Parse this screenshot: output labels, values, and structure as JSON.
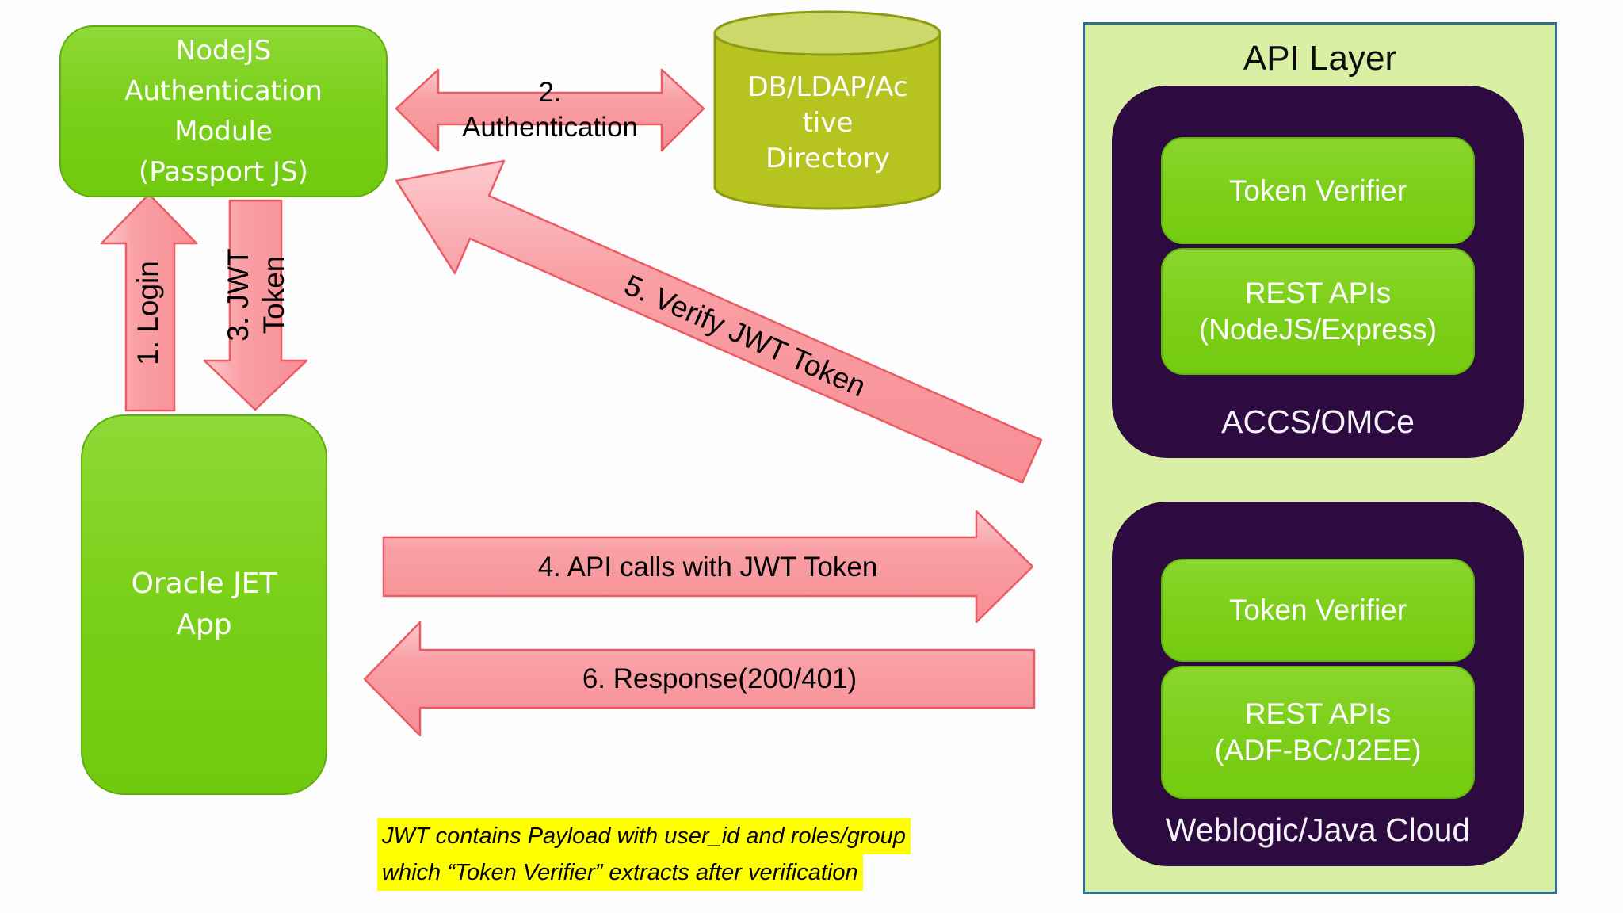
{
  "colors": {
    "node_green": "#7cd31d",
    "node_green_border": "#5fae10",
    "arrow_pink": "#f89ba0",
    "arrow_pink_border": "#ec5a64",
    "dark_purple": "#2d0a40",
    "panel_background": "#d9efa4",
    "panel_border": "#2e6e96",
    "cylinder_body": "#b7c41f",
    "cylinder_top": "#ccd869",
    "cylinder_border": "#8e9c12",
    "note_highlight": "#ffff00",
    "label_text": "#000000",
    "node_text": "#ffffff"
  },
  "nodes": {
    "auth_module": {
      "label": "NodeJS\nAuthentication\nModule\n(Passport JS)"
    },
    "database": {
      "label": "DB/LDAP/Ac\ntive\nDirectory"
    },
    "oracle_jet": {
      "label": "Oracle JET\nApp"
    }
  },
  "arrows": {
    "login": {
      "label": "1. Login"
    },
    "authentication": {
      "label": "2.\nAuthentication"
    },
    "jwt_token": {
      "label": "3. JWT\nToken"
    },
    "api_calls": {
      "label": "4. API calls with JWT Token"
    },
    "verify_jwt": {
      "label": "5. Verify JWT Token"
    },
    "response": {
      "label": "6. Response(200/401)"
    }
  },
  "api_layer": {
    "title": "API Layer",
    "accs": {
      "token_verifier": "Token Verifier",
      "rest_apis": "REST APIs\n(NodeJS/Express)",
      "label": "ACCS/OMCe"
    },
    "weblogic": {
      "token_verifier": "Token Verifier",
      "rest_apis": "REST APIs\n(ADF-BC/J2EE)",
      "label": "Weblogic/Java Cloud"
    }
  },
  "note": {
    "line1": "JWT contains Payload with user_id and roles/group",
    "line2": "which “Token Verifier” extracts after verification"
  }
}
